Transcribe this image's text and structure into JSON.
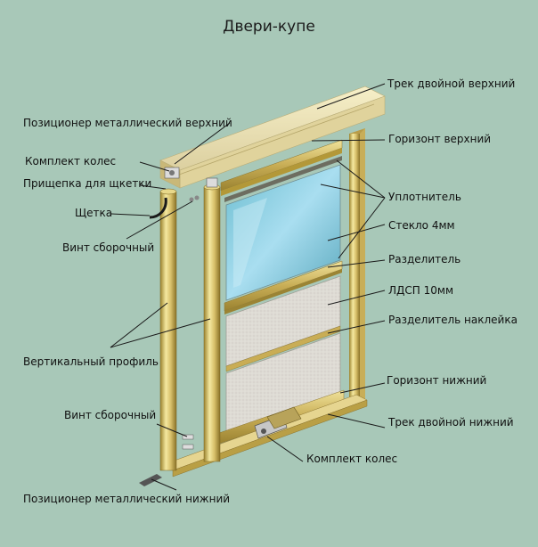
{
  "title": "Двери-купе",
  "labels": {
    "track_top": "Трек двойной верхний",
    "positioner_top": "Позиционер металлический верхний",
    "horizon_top": "Горизонт верхний",
    "wheel_set_top": "Комплект колес",
    "brush_clip": "Прищепка для щкетки",
    "seal": "Уплотнитель",
    "brush": "Щетка",
    "glass": "Стекло 4мм",
    "screw_top": "Винт сборочный",
    "divider": "Разделитель",
    "chipboard": "ЛДСП 10мм",
    "divider_sticker": "Разделитель наклейка",
    "vertical_profile": "Вертикальный профиль",
    "horizon_bottom": "Горизонт нижний",
    "screw_bottom": "Винт сборочный",
    "track_bottom": "Трек двойной нижний",
    "wheel_set_bottom": "Комплект колес",
    "positioner_bottom": "Позиционер металлический нижний"
  },
  "colors": {
    "background": "#a8c8b8",
    "profile_gold": "#d8c070",
    "track_wood": "#ece3b4",
    "glass": "#7fc6d6",
    "chipboard": "#e2e0da"
  }
}
